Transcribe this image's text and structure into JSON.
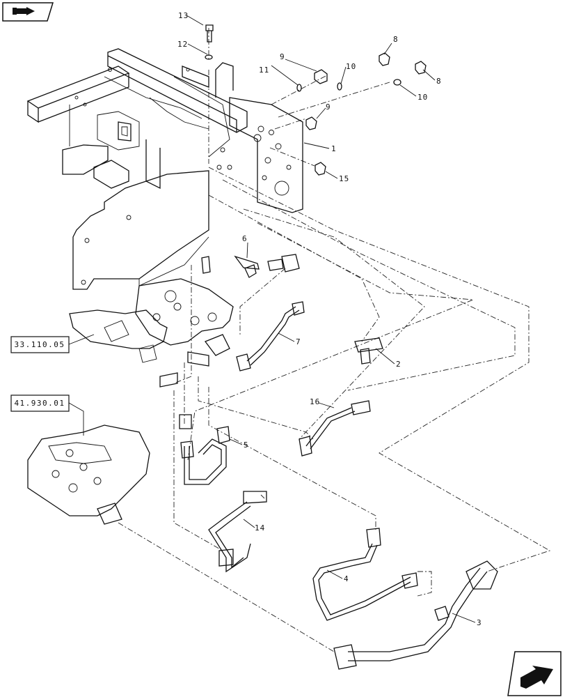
{
  "toolbar": {
    "back_icon": "hand-pointer-icon",
    "next_icon": "arrow-forward-icon"
  },
  "references": {
    "ref1": "33.110.05",
    "ref2": "41.930.01"
  },
  "callouts": {
    "c1": "1",
    "c2": "2",
    "c3": "3",
    "c4": "4",
    "c5": "5",
    "c6": "6",
    "c7": "7",
    "c8a": "8",
    "c8b": "8",
    "c9a": "9",
    "c9b": "9",
    "c10a": "10",
    "c10b": "10",
    "c11": "11",
    "c12": "12",
    "c13": "13",
    "c14": "14",
    "c15": "15",
    "c16": "16"
  }
}
